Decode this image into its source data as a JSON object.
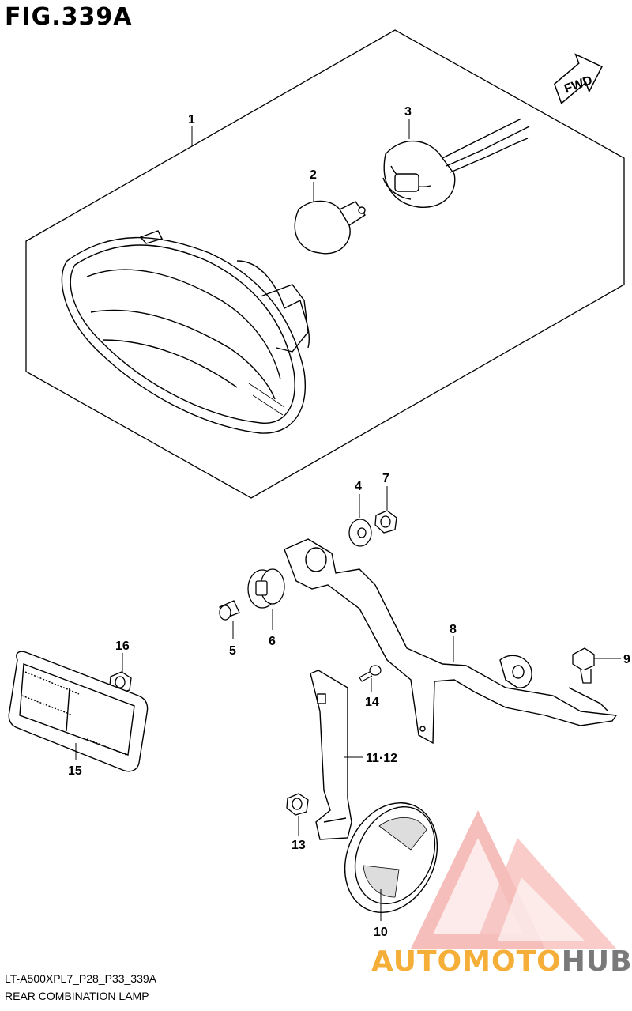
{
  "figure": {
    "title": "FIG.339A",
    "code": "LT-A500XPL7_P28_P33_339A",
    "name": "REAR COMBINATION LAMP",
    "direction_label": "FWD"
  },
  "callouts": {
    "c1": "1",
    "c2": "2",
    "c3": "3",
    "c4": "4",
    "c5": "5",
    "c6": "6",
    "c7": "7",
    "c8": "8",
    "c9": "9",
    "c10": "10",
    "c11": "11·12",
    "c13": "13",
    "c14": "14",
    "c15": "15",
    "c16": "16"
  },
  "watermark": {
    "part1": "AUTOMOTO",
    "part2": "HUB",
    "color_main": "#f5a623",
    "color_accent": "#6b6b6b",
    "logo_color": "#e8564f"
  }
}
